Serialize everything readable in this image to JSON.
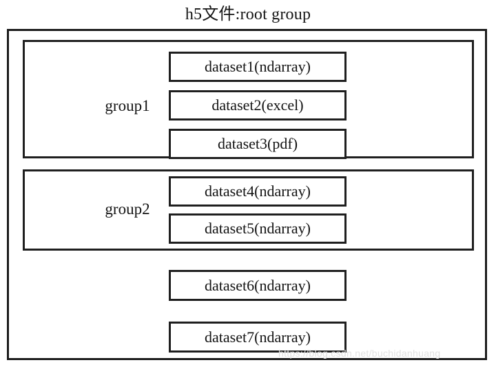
{
  "diagram": {
    "title": "h5文件:root group",
    "type": "hierarchy-box-diagram",
    "root": {
      "name": "root group",
      "groups": [
        {
          "label": "group1",
          "datasets": [
            {
              "label": "dataset1(ndarray)"
            },
            {
              "label": "dataset2(excel)"
            },
            {
              "label": "dataset3(pdf)"
            }
          ]
        },
        {
          "label": "group2",
          "datasets": [
            {
              "label": "dataset4(ndarray)"
            },
            {
              "label": "dataset5(ndarray)"
            }
          ]
        }
      ],
      "datasets": [
        {
          "label": "dataset6(ndarray)"
        },
        {
          "label": "dataset7(ndarray)"
        }
      ]
    },
    "colors": {
      "stroke": "#1f1f1f",
      "background": "#ffffff",
      "text": "#151515",
      "watermark": "#e2e2e2"
    }
  },
  "watermark": {
    "text": "https://blog.csdn.net/buchidanhuang"
  }
}
